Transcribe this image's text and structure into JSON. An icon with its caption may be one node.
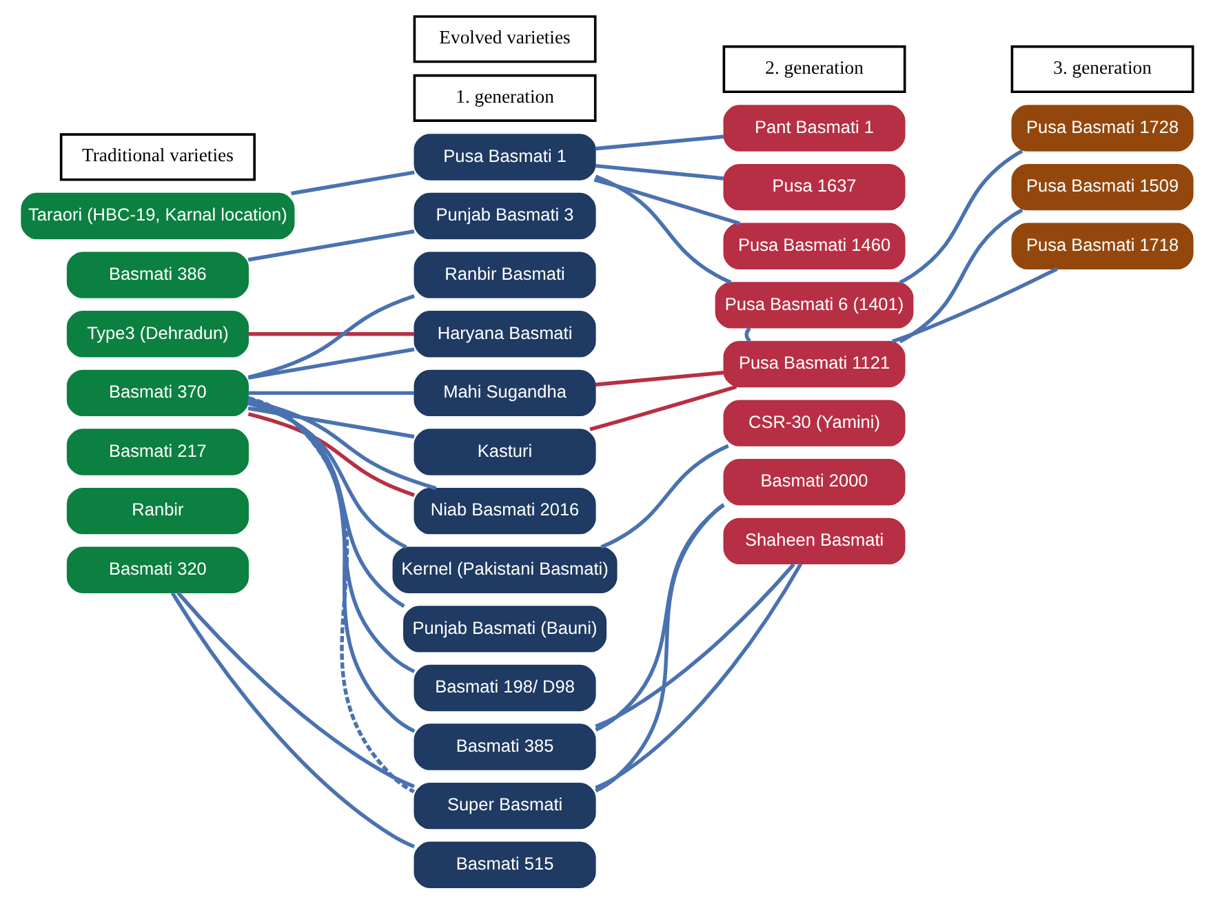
{
  "diagram": {
    "nodes": [
      {
        "text": [
          "Taraori (HBC-19, Karnal location)"
        ]
      },
      {
        "text": [
          "Basmati 386"
        ]
      },
      {
        "text": [
          "Type3 (Dehradun)"
        ]
      },
      {
        "text": [
          "Basmati 370"
        ]
      },
      {
        "text": [
          "Basmati 217"
        ]
      },
      {
        "text": [
          "Ranbir"
        ]
      },
      {
        "text": [
          "Basmati 320"
        ]
      },
      {
        "text": [
          "Pusa Basmati 1"
        ]
      },
      {
        "text": [
          "Punjab Basmati 3"
        ]
      },
      {
        "text": [
          "Ranbir Basmati"
        ]
      },
      {
        "text": [
          "Haryana Basmati"
        ]
      },
      {
        "text": [
          "Mahi Sugandha"
        ]
      },
      {
        "text": [
          "Kasturi"
        ]
      },
      {
        "text": [
          "Niab Basmati 2016"
        ]
      },
      {
        "text": [
          "Kernel (Pakistani Basmati)"
        ]
      },
      {
        "text": [
          "Punjab Basmati (Bauni)"
        ]
      },
      {
        "text": [
          "Basmati 198/ D98"
        ]
      },
      {
        "text": [
          "Basmati 385"
        ]
      },
      {
        "text": [
          "Super Basmati"
        ]
      },
      {
        "text": [
          "Basmati 515"
        ]
      },
      {
        "text": [
          "Pant Basmati 1"
        ]
      },
      {
        "text": [
          "Pusa 1637"
        ]
      },
      {
        "text": [
          "Pusa Basmati 1460"
        ]
      },
      {
        "text": [
          "Pusa Basmati 6 (1401)"
        ]
      },
      {
        "text": [
          "Pusa Basmati 1121"
        ]
      },
      {
        "text": [
          "CSR-30 (Yamini)"
        ]
      },
      {
        "text": [
          "Basmati 2000"
        ]
      },
      {
        "text": [
          "Shaheen Basmati"
        ]
      },
      {
        "text": [
          "Pusa Basmati 1728"
        ]
      },
      {
        "text": [
          "Pusa Basmati 1509"
        ]
      },
      {
        "text": [
          "Pusa Basmati 1718"
        ]
      }
    ],
    "edges": [
      {
        "from": 0,
        "to": 7,
        "arrow": "none"
      },
      {
        "from": 1,
        "to": 8,
        "arrow": "none"
      },
      {
        "from": 2,
        "to": 10,
        "arrow": "none",
        "color": "#b72f44"
      },
      {
        "from": 3,
        "to": 9,
        "arrow": "none"
      },
      {
        "from": 3,
        "to": 10,
        "arrow": "none"
      },
      {
        "from": 3,
        "to": 11,
        "arrow": "none"
      },
      {
        "from": 3,
        "to": 12,
        "arrow": "none"
      },
      {
        "from": 3,
        "to": 13,
        "arrow": "none",
        "color": "#b72f44"
      },
      {
        "from": 3,
        "to": 13,
        "arrow": "none"
      },
      {
        "from": 3,
        "to": 14,
        "arrow": "none"
      },
      {
        "from": 3,
        "to": 15,
        "arrow": "none"
      },
      {
        "from": 3,
        "to": 16,
        "arrow": "none"
      },
      {
        "from": 3,
        "to": 17,
        "arrow": "none"
      },
      {
        "from": 3,
        "to": 18,
        "arrow": "none",
        "style": "dashed"
      },
      {
        "from": 6,
        "to": 18,
        "arrow": "none"
      },
      {
        "from": 6,
        "to": 19,
        "arrow": "none"
      },
      {
        "from": 7,
        "to": 20,
        "arrow": "none"
      },
      {
        "from": 7,
        "to": 21,
        "arrow": "none"
      },
      {
        "from": 7,
        "to": 22,
        "arrow": "none"
      },
      {
        "from": 7,
        "to": 23,
        "arrow": "none"
      },
      {
        "from": 23,
        "to": 24,
        "arrow": "none"
      },
      {
        "from": 11,
        "to": 24,
        "arrow": "none",
        "color": "#b72f44"
      },
      {
        "from": 12,
        "to": 24,
        "arrow": "none",
        "color": "#b72f44"
      },
      {
        "from": 23,
        "to": 28,
        "arrow": "none"
      },
      {
        "from": 24,
        "to": 29,
        "arrow": "none"
      },
      {
        "from": 24,
        "to": 30,
        "arrow": "none"
      },
      {
        "from": 14,
        "to": 25,
        "arrow": "none"
      },
      {
        "from": 17,
        "to": 26,
        "arrow": "none"
      },
      {
        "from": 17,
        "to": 27,
        "arrow": "none"
      },
      {
        "from": 18,
        "to": 26,
        "arrow": "none"
      },
      {
        "from": 18,
        "to": 27,
        "arrow": "none"
      }
    ],
    "labels": [
      "Traditional varieties",
      "Evolved varieties",
      "1. generation",
      "2. generation",
      "3. generation"
    ]
  }
}
